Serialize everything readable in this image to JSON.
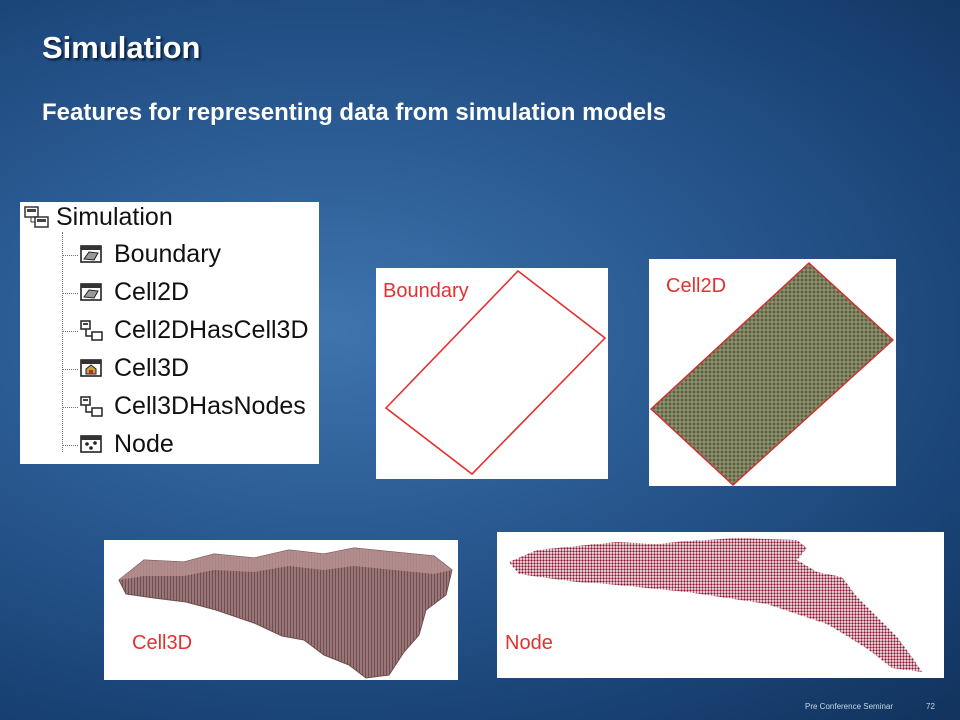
{
  "slide": {
    "title": "Simulation",
    "subtitle": "Features for representing data from simulation models"
  },
  "tree": {
    "root": {
      "label": "Simulation",
      "icon": "feature-dataset-icon"
    },
    "items": [
      {
        "label": "Boundary",
        "icon": "polygon-feature-class-icon"
      },
      {
        "label": "Cell2D",
        "icon": "polygon-feature-class-icon"
      },
      {
        "label": "Cell2DHasCell3D",
        "icon": "relationship-class-icon"
      },
      {
        "label": "Cell3D",
        "icon": "multipatch-feature-class-icon"
      },
      {
        "label": "Cell3DHasNodes",
        "icon": "relationship-class-icon"
      },
      {
        "label": "Node",
        "icon": "point-feature-class-icon"
      }
    ]
  },
  "panels": {
    "boundary": {
      "label": "Boundary"
    },
    "cell2d": {
      "label": "Cell2D"
    },
    "cell3d": {
      "label": "Cell3D"
    },
    "node": {
      "label": "Node"
    }
  },
  "colors": {
    "boundary_line": "#e53030",
    "cell2d_fill": "#7b7f5c",
    "cell3d_fill": "#9a7576",
    "node_fill": "#8a1530",
    "label_color": "#e53030"
  },
  "footer": {
    "left": "Pre Conference Seminar",
    "page": "72"
  }
}
